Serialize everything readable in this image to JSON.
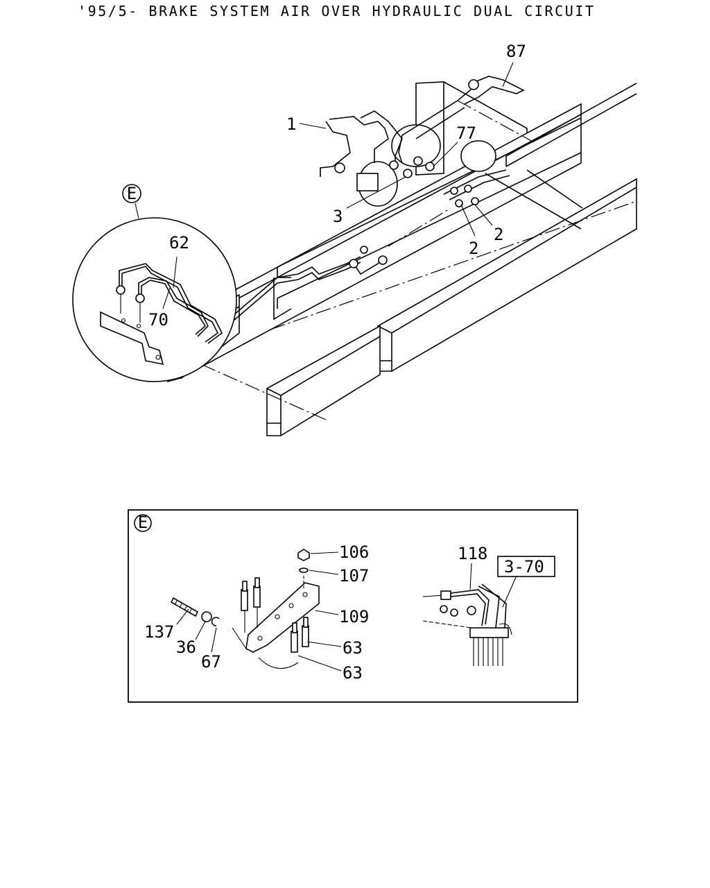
{
  "title": "'95/5- BRAKE SYSTEM AIR OVER HYDRAULIC DUAL CIRCUIT",
  "main_labels": {
    "l1": "1",
    "l87": "87",
    "l77": "77",
    "l3": "3",
    "l2a": "2",
    "l2b": "2",
    "l62": "62",
    "l70": "70",
    "callout": "E"
  },
  "detail": {
    "callout": "E",
    "l106": "106",
    "l107": "107",
    "l109": "109",
    "l137": "137",
    "l36": "36",
    "l67": "67",
    "l63a": "63",
    "l63b": "63",
    "l118": "118",
    "ref": "3-70"
  }
}
